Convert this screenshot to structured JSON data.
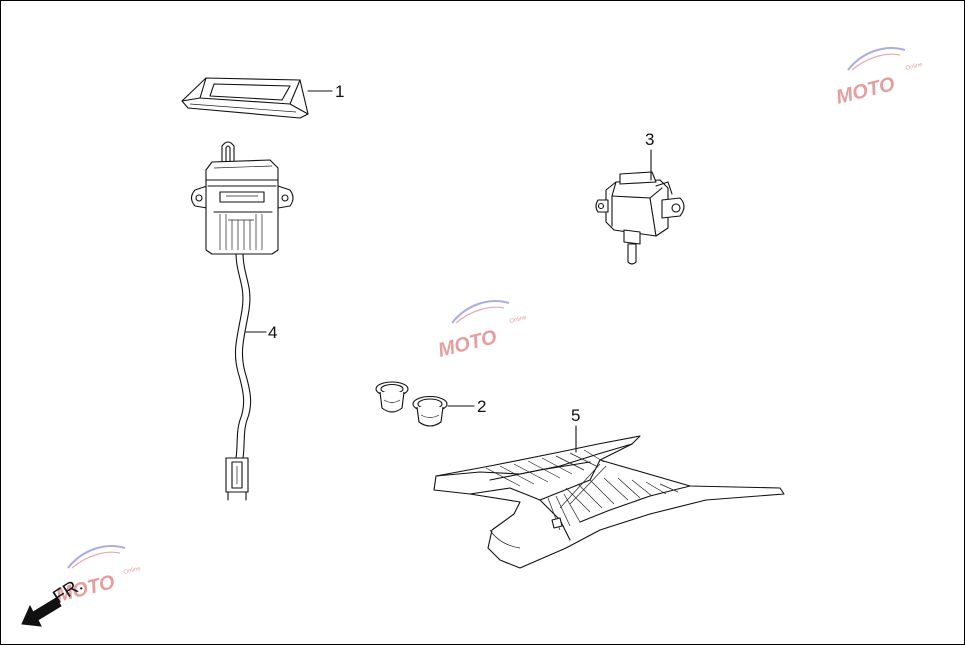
{
  "callouts": {
    "c1": "1",
    "c2": "2",
    "c3": "3",
    "c4": "4",
    "c5": "5"
  },
  "orientation": {
    "label": "FR."
  },
  "watermark": {
    "logo": "MOTO",
    "sub": "Online"
  }
}
